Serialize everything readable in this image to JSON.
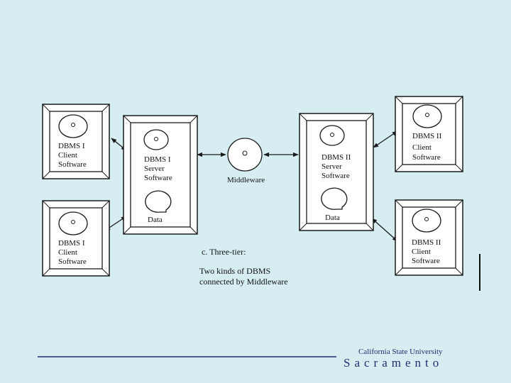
{
  "nodes": {
    "client1": {
      "lines": [
        "DBMS I",
        "Client",
        "Software"
      ]
    },
    "client2": {
      "lines": [
        "DBMS I",
        "Client",
        "Software"
      ]
    },
    "server1": {
      "lines": [
        "DBMS I",
        "Server",
        "Software"
      ],
      "data_label": "Data"
    },
    "middleware": {
      "label": "Middleware"
    },
    "server2": {
      "lines": [
        "DBMS II",
        "Server",
        "Software"
      ],
      "data_label": "Data"
    },
    "client3": {
      "lines": [
        "DBMS II",
        "Client",
        "Software"
      ]
    },
    "client4": {
      "lines": [
        "DBMS II",
        "Client",
        "Software"
      ]
    }
  },
  "caption": {
    "heading": "c. Three-tier:",
    "line1": "Two kinds of DBMS",
    "line2": "connected by  Middleware"
  },
  "logo": {
    "top": "California State University",
    "bottom": "Sacramento"
  },
  "colors": {
    "background": "#d6eef2",
    "footer_rule": "#1f2d6e",
    "logo": "#1f2d6e"
  }
}
